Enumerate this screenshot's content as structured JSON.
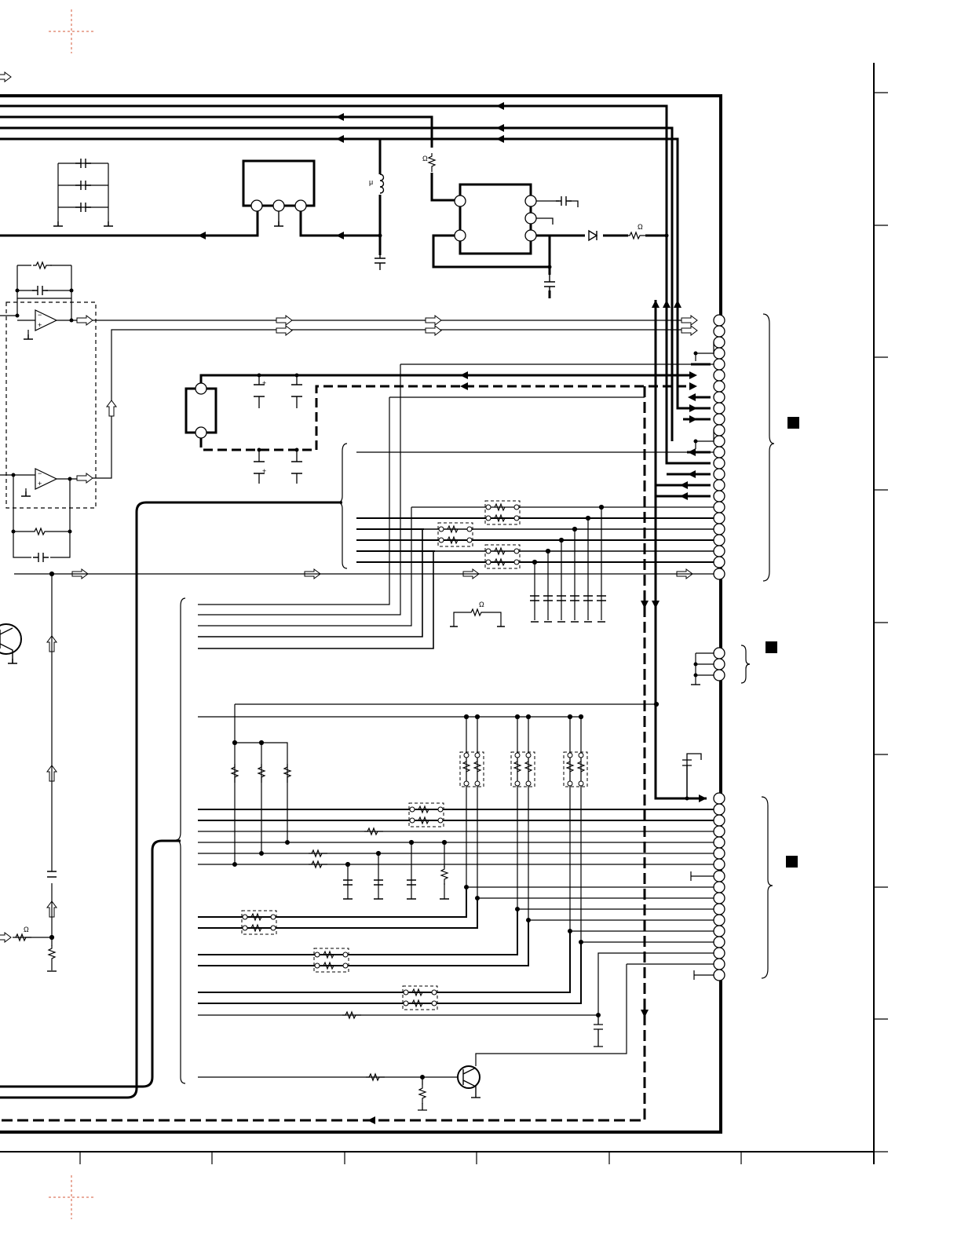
{
  "labels": {
    "omega": "Ω",
    "mu": "μ",
    "plus": "+",
    "minus": "−"
  },
  "colors": {
    "ink": "#000000",
    "registration_mark": "#d45a3a",
    "background": "#ffffff"
  },
  "icons": {
    "connector_marker": "square-marker",
    "signal_arrow": "hollow-arrow",
    "registration": "crop-mark"
  }
}
